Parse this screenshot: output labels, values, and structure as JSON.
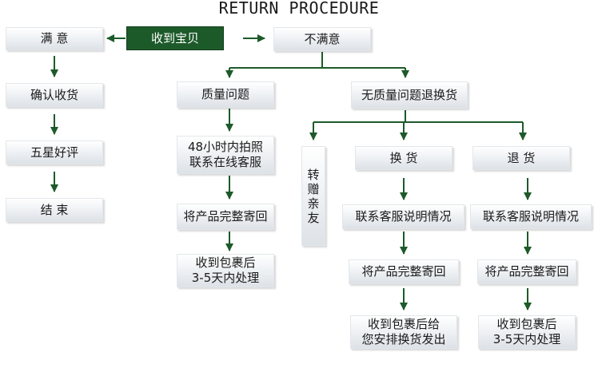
{
  "title": "RETURN PROCEDURE",
  "start": "收到宝贝",
  "satisfied": {
    "label": "满 意",
    "steps": [
      "确认收货",
      "五星好评",
      "结 束"
    ]
  },
  "unsatisfied": {
    "label": "不满意",
    "quality": {
      "label": "质量问题",
      "steps": [
        [
          "48小时内拍照",
          "联系在线客服"
        ],
        [
          "将产品完整寄回"
        ],
        [
          "收到包裹后",
          "3-5天内处理"
        ]
      ]
    },
    "no_quality": {
      "label": "无质量问题退换货",
      "gift": "转赠亲友",
      "exchange": {
        "label": "换 货",
        "steps": [
          [
            "联系客服说明情况"
          ],
          [
            "将产品完整寄回"
          ],
          [
            "收到包裹后给",
            "您安排换货发出"
          ]
        ]
      },
      "refund": {
        "label": "退 货",
        "steps": [
          [
            "联系客服说明情况"
          ],
          [
            "将产品完整寄回"
          ],
          [
            "收到包裹后",
            "3-5天内处理"
          ]
        ]
      }
    }
  },
  "colors": {
    "arrow": "#1d5a2a",
    "start_fill": "#1d5a2a",
    "box_text": "#1a1a1a"
  }
}
